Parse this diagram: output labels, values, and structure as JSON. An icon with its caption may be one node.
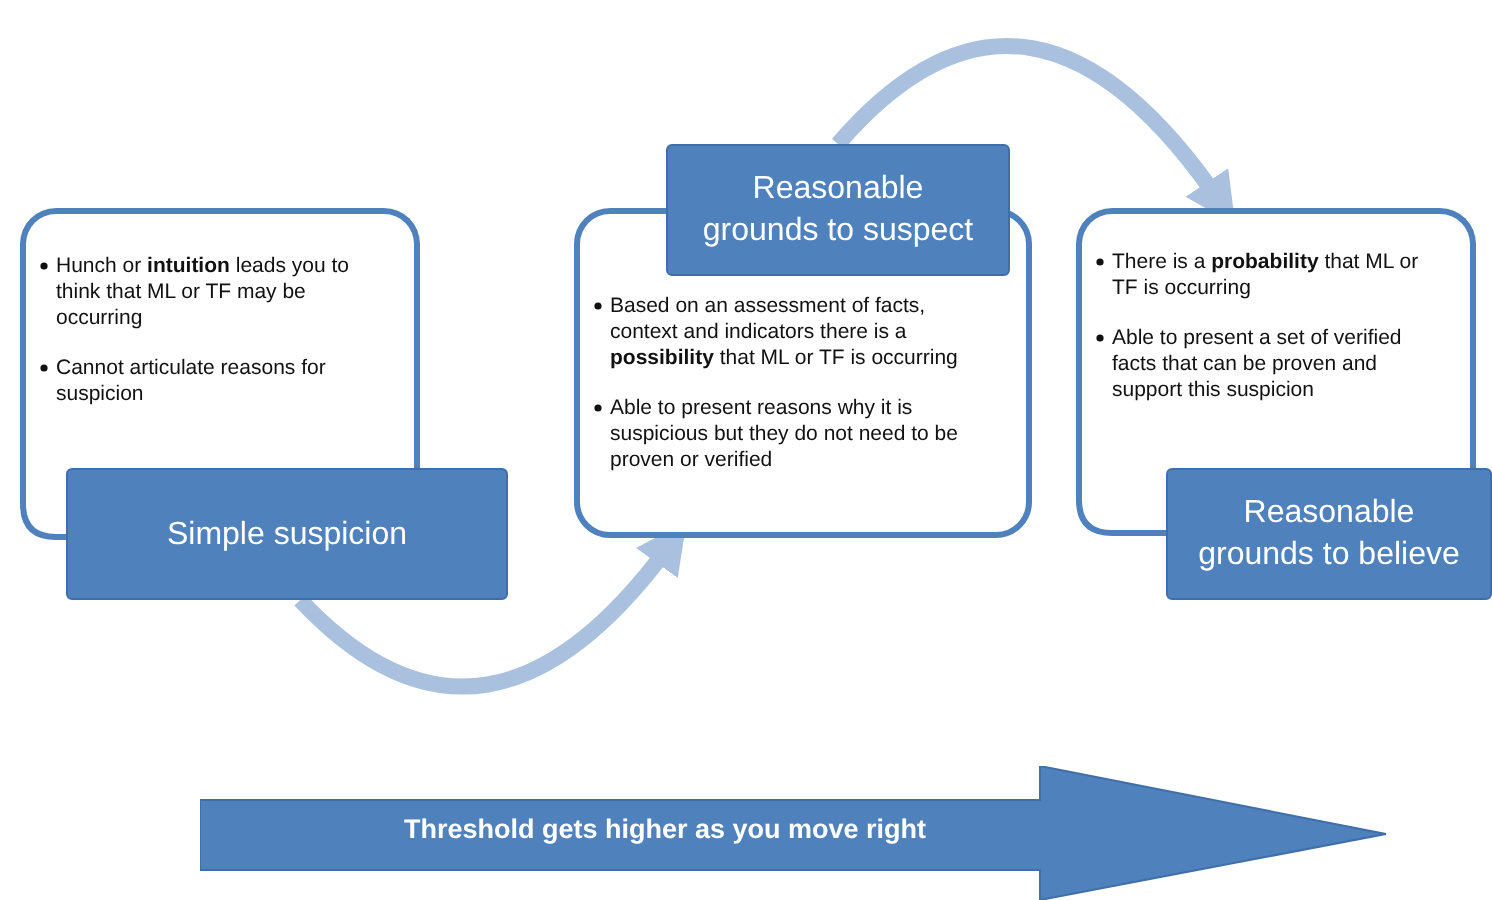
{
  "diagram": {
    "nodes": [
      {
        "text": [
          "Hunch or **intuition** leads you to think that ML or TF may be occurring",
          "Cannot articulate reasons for suspicion"
        ]
      },
      {
        "text": [
          "Simple suspicion"
        ]
      },
      {
        "text": [
          "Reasonable grounds to suspect"
        ]
      },
      {
        "text": [
          "Based on an assessment of facts, context and indicators there is a **possibility** that ML or TF is occurring",
          "Able to present reasons why it is suspicious but they do not need to be proven or verified"
        ]
      },
      {
        "text": [
          "There is a **probability** that ML or TF is occurring",
          "Able to present a set of verified facts that can be proven and support this suspicion"
        ]
      },
      {
        "text": [
          "Reasonable grounds to believe"
        ]
      },
      {
        "text": [
          "Threshold gets higher as you move right"
        ]
      }
    ],
    "edges": [
      {
        "from": 1,
        "to": 3,
        "arrow": "to"
      },
      {
        "from": 2,
        "to": 4,
        "arrow": "to"
      }
    ]
  }
}
